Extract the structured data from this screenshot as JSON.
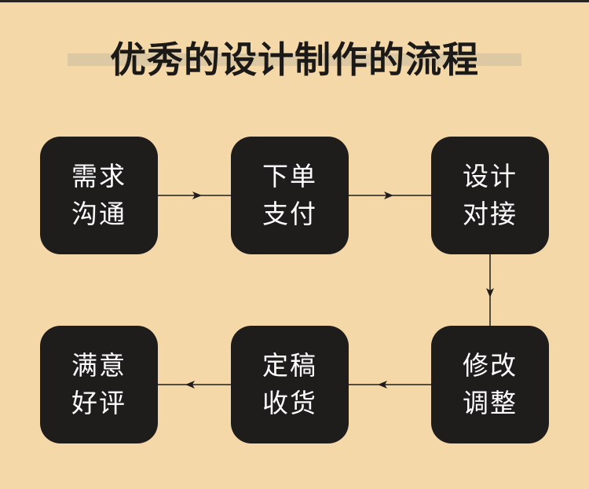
{
  "title": "优秀的设计制作的流程",
  "colors": {
    "background": "#f4d8a8",
    "node_fill": "#1f1d1c",
    "node_text": "#ffffff",
    "title_text": "#1c1a19",
    "title_bar": "#dcc8a2",
    "arrow": "#1f1d1c"
  },
  "steps": [
    {
      "line1": "需求",
      "line2": "沟通"
    },
    {
      "line1": "下单",
      "line2": "支付"
    },
    {
      "line1": "设计",
      "line2": "对接"
    },
    {
      "line1": "修改",
      "line2": "调整"
    },
    {
      "line1": "定稿",
      "line2": "收货"
    },
    {
      "line1": "满意",
      "line2": "好评"
    }
  ]
}
